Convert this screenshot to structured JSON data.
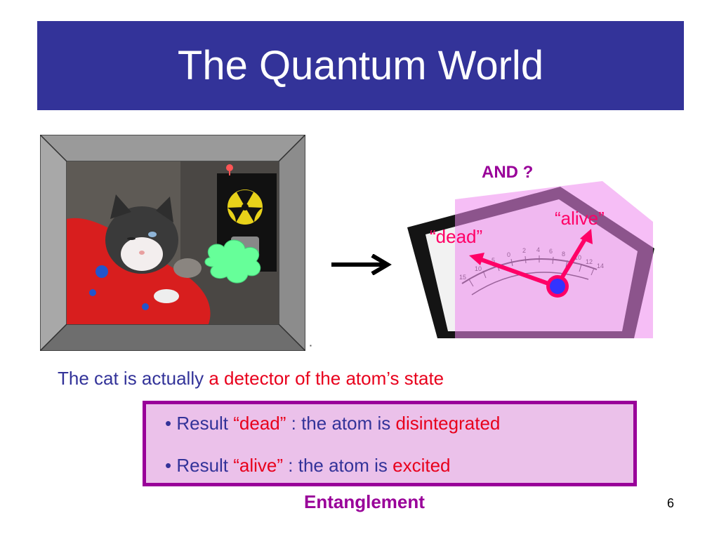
{
  "slide": {
    "title": "The Quantum World",
    "page_number": "6"
  },
  "figure": {
    "and_label": "AND ?",
    "dead_label": "“dead”",
    "alive_label": "“alive”",
    "scale_numbers": [
      "15",
      "10",
      "5",
      "0",
      "2",
      "4",
      "6",
      "8",
      "10",
      "12",
      "14"
    ],
    "colors": {
      "arrow_color": "#ff0066",
      "pivot_color": "#3333ff",
      "overlay_color": "#ee88ee",
      "cloud_color": "#66ff99"
    }
  },
  "statement": {
    "prefix": "The cat is actually ",
    "highlight": "a detector of the atom’s state"
  },
  "results": [
    {
      "bullet": "• Result ",
      "quoted": "“dead”",
      "middle": " : the atom is ",
      "state": "disintegrated"
    },
    {
      "bullet": "• Result ",
      "quoted": "“alive”",
      "middle": " : the atom is ",
      "state": "excited"
    }
  ],
  "footer": {
    "keyword": "Entanglement"
  },
  "theme": {
    "title_bg": "#333399",
    "text_blue": "#333399",
    "text_red": "#e8001c",
    "accent_purple": "#990099",
    "box_fill": "#ebc1ea"
  }
}
